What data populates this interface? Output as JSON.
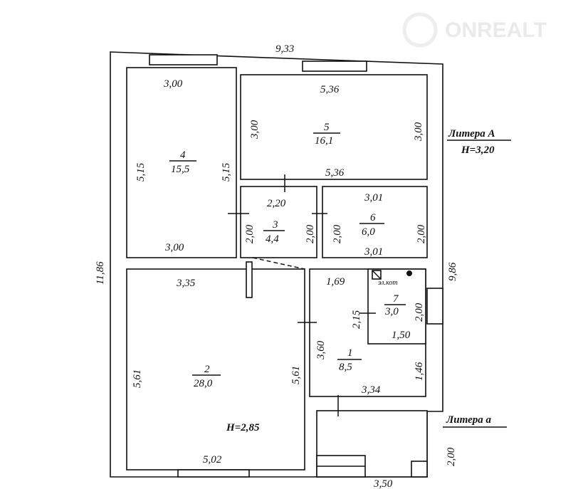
{
  "watermark": "ONREALT",
  "dimensions": {
    "top_total": "9,33",
    "left_total": "11,86",
    "right_total": "9,86",
    "bottom_a": "3,50",
    "right_a": "2,00",
    "r4_top": "3,00",
    "r4_left": "5,15",
    "r4_right": "5,15",
    "r4_bottom": "3,00",
    "r5_top": "5,36",
    "r5_left": "3,00",
    "r5_right": "3,00",
    "r5_bottom": "5,36",
    "r3_top": "2,20",
    "r3_left": "2,00",
    "r3_right": "2,00",
    "r6_top": "3,01",
    "r6_left": "2,00",
    "r6_right": "2,00",
    "r6_bottom": "3,01",
    "r2_top": "3,35",
    "r2_left": "5,61",
    "r2_right": "5,61",
    "r2_bottom": "5,02",
    "r1_top": "1,69",
    "r1_left": "3,60",
    "r1_right": "1,46",
    "r1_bottom": "3,34",
    "r7_left": "2,15",
    "r7_right": "2,00",
    "r7_bottom": "1,50"
  },
  "rooms": [
    {
      "number": "4",
      "area": "15,5"
    },
    {
      "number": "5",
      "area": "16,1"
    },
    {
      "number": "3",
      "area": "4,4"
    },
    {
      "number": "6",
      "area": "6,0"
    },
    {
      "number": "2",
      "area": "28,0"
    },
    {
      "number": "1",
      "area": "8,5"
    },
    {
      "number": "7",
      "area": "3,0"
    }
  ],
  "labels": {
    "litera_A": "Литера А",
    "height_A": "Н=3,20",
    "litera_a": "Литера а",
    "height_2": "Н=2,85",
    "boiler": "эл.кот"
  }
}
